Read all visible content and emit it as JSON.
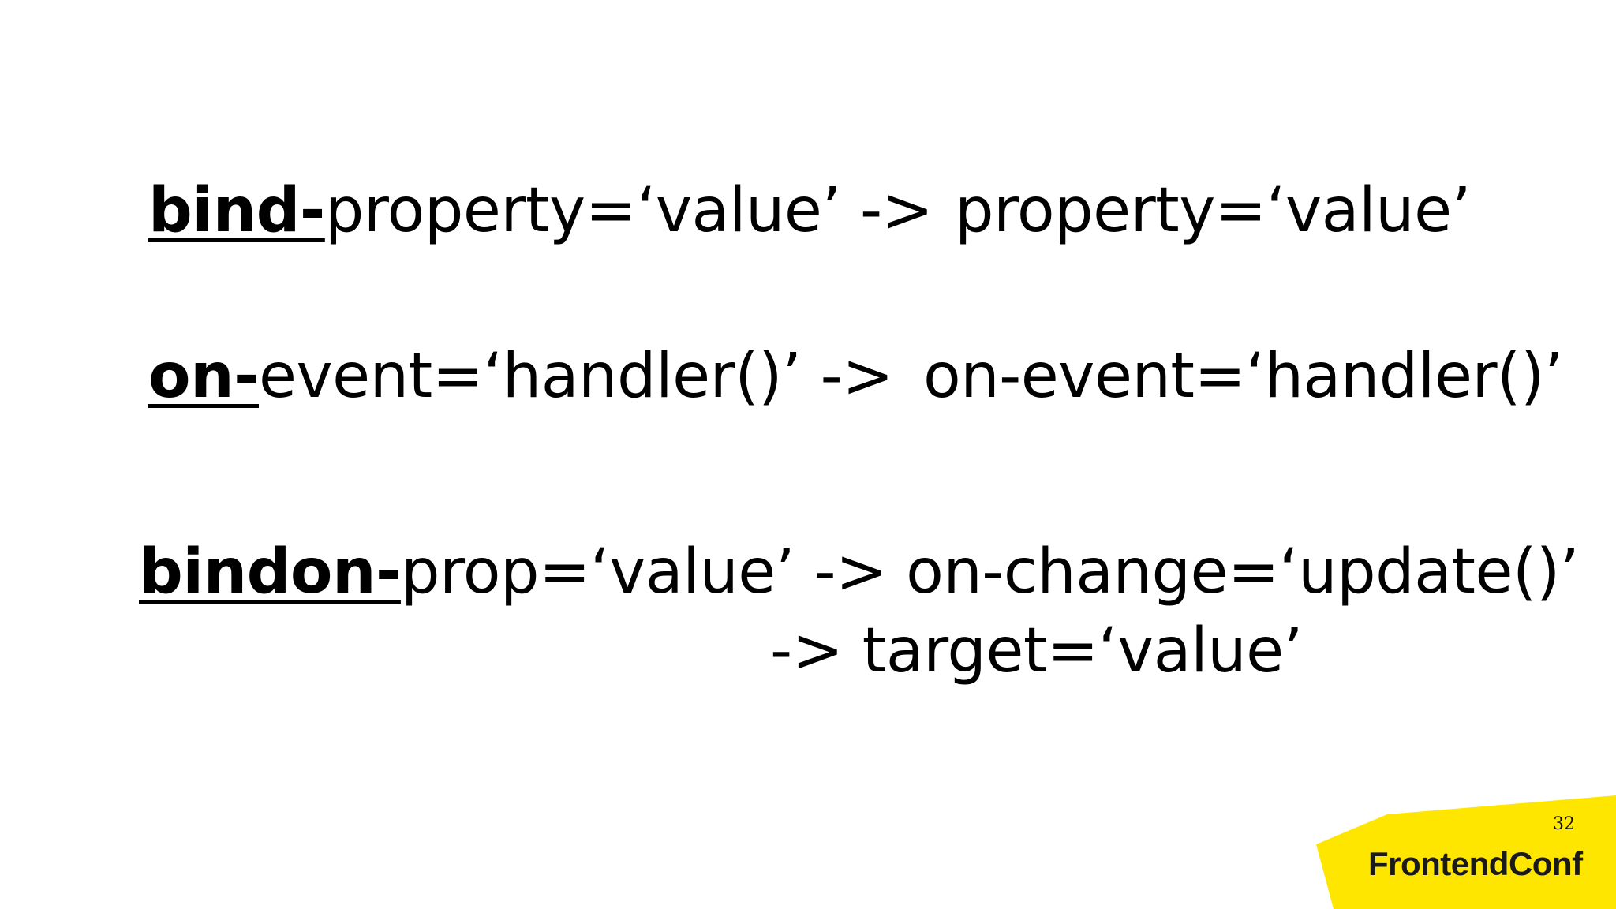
{
  "slide": {
    "rows": [
      {
        "keyword": "bind-",
        "rest": "property=‘value’ ->",
        "result": "property=‘value’"
      },
      {
        "keyword": "on-",
        "rest": "event=‘handler()’ ->",
        "result": "on-event=‘handler()’"
      },
      {
        "keyword": "bindon-",
        "rest": "prop=‘value’ -> on-change=‘update()’",
        "continuation": "-> target=‘value’"
      }
    ],
    "page_number": "32",
    "brand": {
      "name": "FrontendConf",
      "accent_color": "#FFE600"
    }
  }
}
